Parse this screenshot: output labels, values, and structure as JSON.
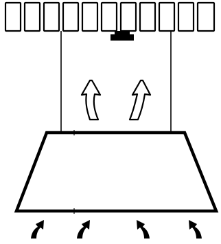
{
  "colors": {
    "stroke": "#000000",
    "fill": "#ffffff"
  },
  "parts": {
    "ceiling": "ceiling-panel-strip",
    "mount": "ceiling-mount-block",
    "rods": "suspension-rods",
    "hood": "extractor-hood-body",
    "up_arrows": "outline-arrow-up-icon",
    "intake_arrows": "solid-curved-arrow-icon"
  }
}
